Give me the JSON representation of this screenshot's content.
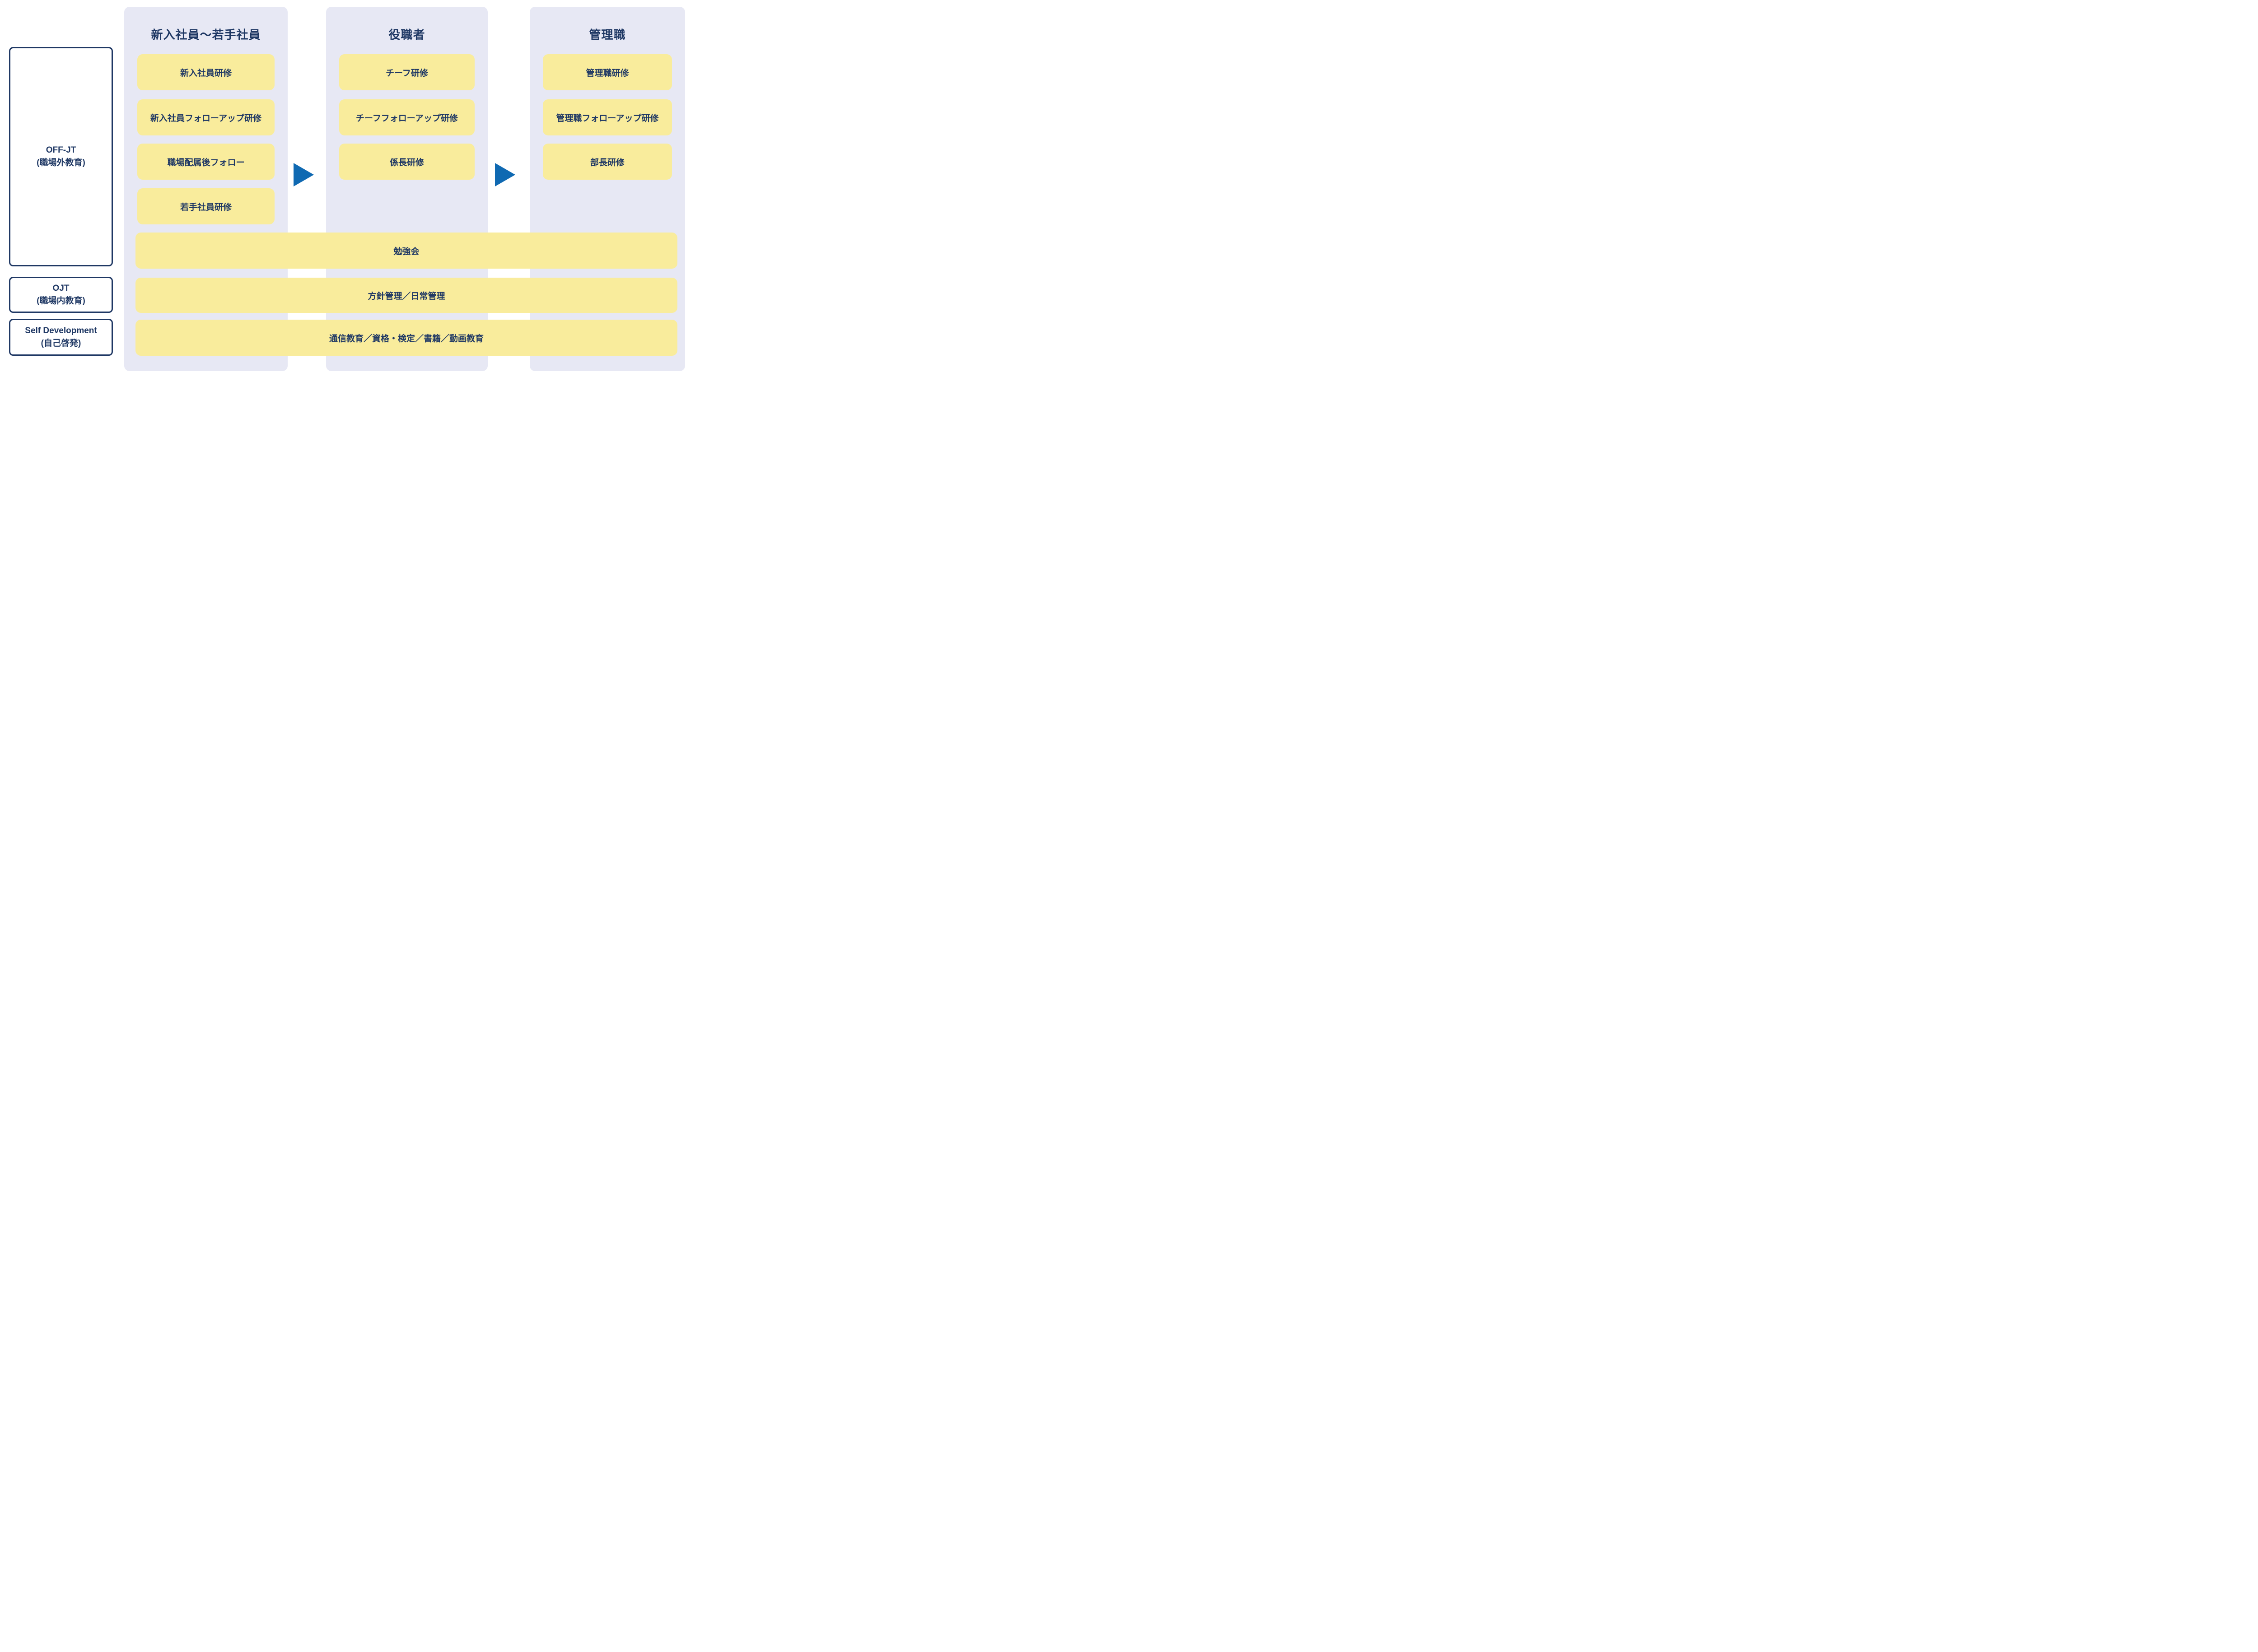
{
  "palette": {
    "background": "#ffffff",
    "panel_bg": "#e7e8f4",
    "course_box_bg": "#f9ec9c",
    "text_navy": "#1f3864",
    "arrow_blue": "#0f69b2",
    "side_box_border": "#1f3864"
  },
  "method_labels": [
    {
      "title": "OFF-JT",
      "subtitle": "(職場外教育)"
    },
    {
      "title": "OJT",
      "subtitle": "(職場内教育)"
    },
    {
      "title": "Self Development",
      "subtitle": "(自己啓発)"
    }
  ],
  "columns": [
    {
      "header": "新入社員～若手社員",
      "courses": [
        "新入社員研修",
        "新入社員フォローアップ研修",
        "職場配属後フォロー",
        "若手社員研修"
      ]
    },
    {
      "header": "役職者",
      "courses": [
        "チーフ研修",
        "チーフフォローアップ研修",
        "係長研修"
      ]
    },
    {
      "header": "管理職",
      "courses": [
        "管理職研修",
        "管理職フォローアップ研修",
        "部長研修"
      ]
    }
  ],
  "spanning_bars": [
    "勉強会",
    "方針管理／日常管理",
    "通信教育／資格・検定／書籍／動画教育"
  ]
}
